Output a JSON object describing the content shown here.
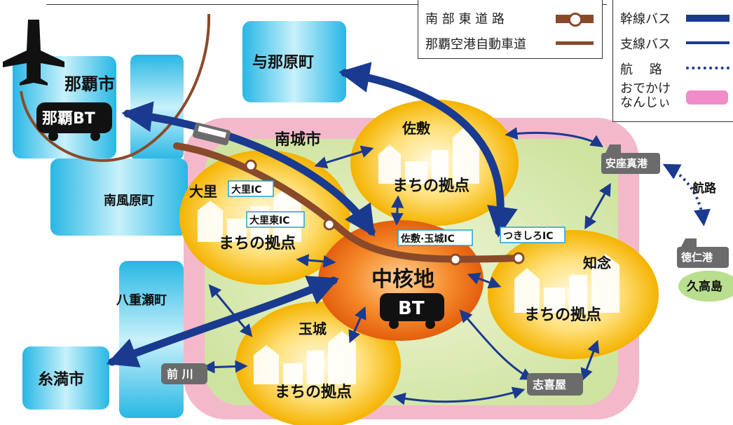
{
  "legend_roads": {
    "southern_road": "南 部 東 道 路",
    "airport_expressway": "那覇空港自動車道"
  },
  "legend_transit": {
    "trunk_bus": "幹線バス",
    "branch_bus": "支線バス",
    "sea_route": "航　 路",
    "odekake_line1": "おでかけ",
    "odekake_line2": "なんじぃ"
  },
  "municipalities": {
    "naha": "那覇市",
    "yonabaru": "与那原町",
    "nanjo": "南城市",
    "haebaru": "南風原町",
    "yaese": "八重瀬町",
    "itoman": "糸満市",
    "kudaka": "久高島"
  },
  "terminals": {
    "naha_bt": "那覇BT",
    "core_name": "中核地",
    "core_bt": "BT"
  },
  "hubs": {
    "sashiki": "佐敷",
    "ozato": "大里",
    "chinen": "知念",
    "tamagusuku": "玉城",
    "town_hub": "まちの拠点"
  },
  "interchanges": {
    "ozato_ic": "大里IC",
    "ozato_higashi_ic": "大里東IC",
    "sashiki_tamagusuku_ic": "佐敷·玉城IC",
    "tsukishiro_ic": "つきしろIC"
  },
  "stops": {
    "azama_port": "安座真港",
    "tokujin_port": "徳仁港",
    "maekawa": "前 川",
    "shikiya": "志喜屋",
    "sea_route_label": "航路"
  },
  "colors": {
    "trunk_bus": "#1a3a8f",
    "branch_bus": "#1a3a8f",
    "road_brown": "#8a4a2a",
    "odekake_pink": "#f08cc8",
    "area_pink": "#f3b7c9",
    "area_green": "#dcebb5",
    "hub_yellow": "#ffc62a",
    "core_orange": "#f0741a",
    "muni_cyan": "#5fd1ee",
    "stop_gray": "#6b6b6b",
    "kudaka_green": "#b9de8e"
  },
  "icons": [
    "airplane-icon",
    "bus-icon",
    "bus-terminal-icon",
    "ship-icon",
    "building-icon",
    "arrow-icon"
  ]
}
